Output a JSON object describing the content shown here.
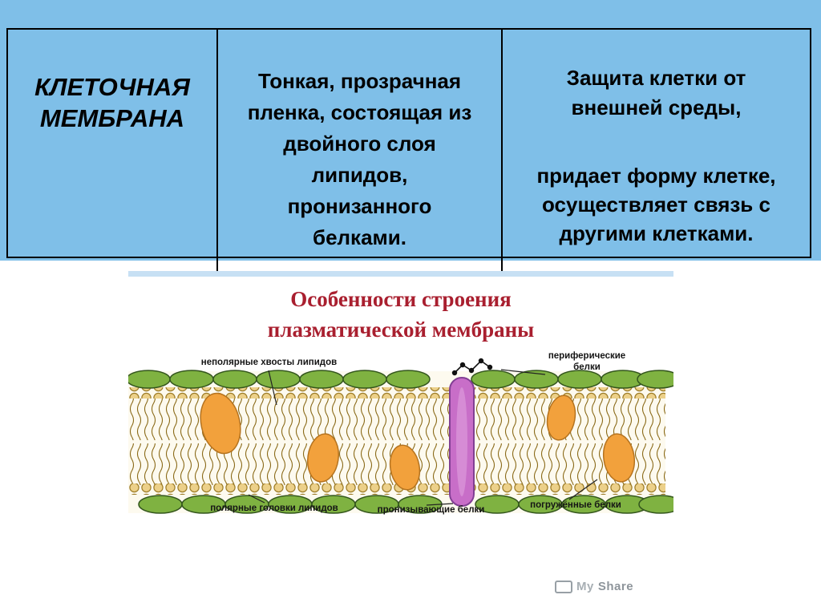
{
  "table": {
    "term": "КЛЕТОЧНАЯ\nМЕМБРАНА",
    "structure": "Тонкая, прозрачная\nпленка, состоящая из\nдвойного слоя\nлипидов,\nпронизанного\nбелками.",
    "function_part1": "Защита клетки от\nвнешней среды,",
    "function_part2": "придает форму клетке,\nосуществляет связь с\nдругими клетками."
  },
  "figure": {
    "title": "Особенности строения\nплазматической мембраны",
    "labels": {
      "top_left": "неполярные хвосты липидов",
      "top_right": "периферические\nбелки",
      "bottom_left": "полярные головки липидов",
      "bottom_center": "пронизывающие белки",
      "bottom_right": "погружённые белки"
    }
  },
  "watermark": {
    "prefix": "My",
    "text": "Share"
  },
  "colors": {
    "table_bg": "#7FBFE8",
    "table_border": "#000000",
    "title_red": "#A91F2F",
    "green_ellipse": "#7FB241",
    "orange_protein": "#F2A13C",
    "purple_protein": "#C86EC8",
    "lipid_head": "#ECD089",
    "watermark_gray": "#8E959B"
  }
}
